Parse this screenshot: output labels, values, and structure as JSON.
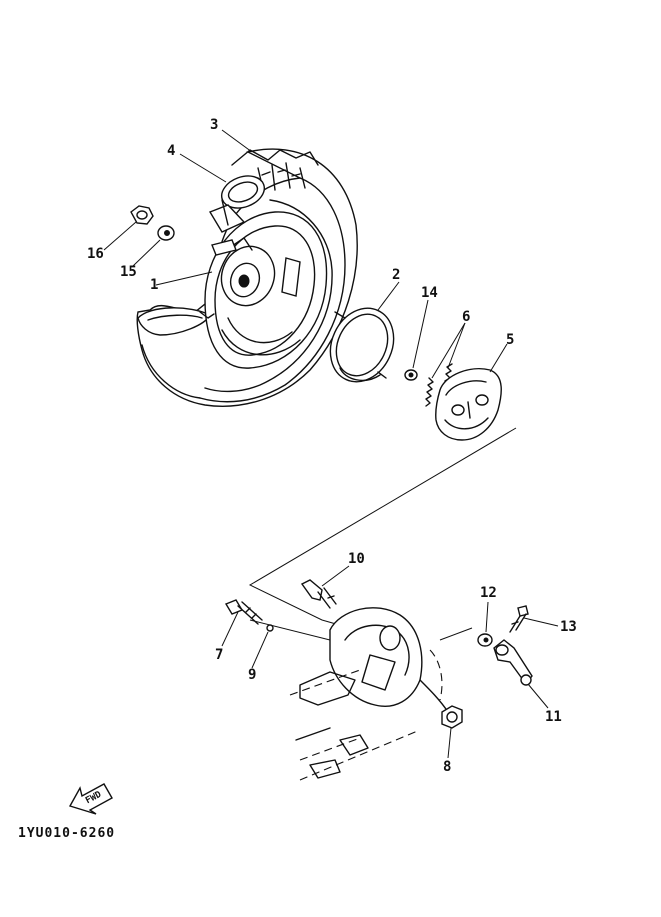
{
  "diagram": {
    "catalog_code": "1YU010-6260",
    "fwd_label": "FWD",
    "callouts": [
      {
        "id": "c1",
        "label": "1",
        "part": "wheel-hub"
      },
      {
        "id": "c2",
        "label": "2",
        "part": "brake-drum-ring"
      },
      {
        "id": "c3",
        "label": "3",
        "part": "tire"
      },
      {
        "id": "c4",
        "label": "4",
        "part": "tube-valve"
      },
      {
        "id": "c5",
        "label": "5",
        "part": "brake-shoe"
      },
      {
        "id": "c6",
        "label": "6",
        "part": "springs"
      },
      {
        "id": "c7",
        "label": "7",
        "part": "axle-bolt"
      },
      {
        "id": "c8",
        "label": "8",
        "part": "axle-nut"
      },
      {
        "id": "c9",
        "label": "9",
        "part": "o-ring"
      },
      {
        "id": "c10",
        "label": "10",
        "part": "cam-shaft"
      },
      {
        "id": "c11",
        "label": "11",
        "part": "brake-lever"
      },
      {
        "id": "c12",
        "label": "12",
        "part": "washer"
      },
      {
        "id": "c13",
        "label": "13",
        "part": "lever-bolt"
      },
      {
        "id": "c14",
        "label": "14",
        "part": "clip"
      },
      {
        "id": "c15",
        "label": "15",
        "part": "hub-washer"
      },
      {
        "id": "c16",
        "label": "16",
        "part": "hub-nut"
      }
    ]
  }
}
